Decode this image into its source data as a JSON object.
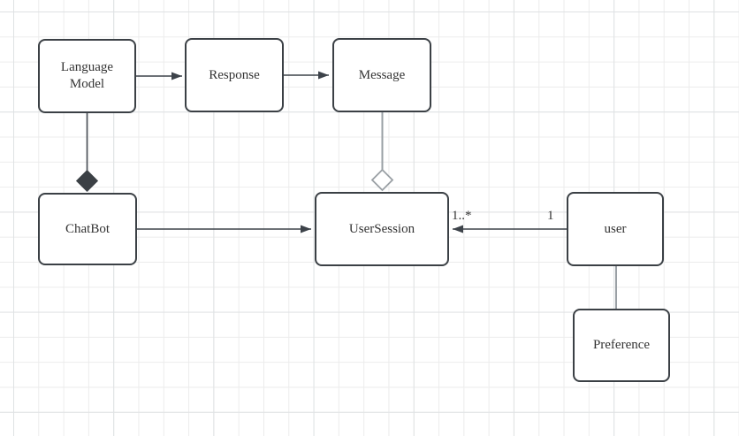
{
  "diagram": {
    "type": "uml-class-diagram",
    "nodes": {
      "language_model": {
        "label": "Language Model"
      },
      "response": {
        "label": "Response"
      },
      "message": {
        "label": "Message"
      },
      "chatbot": {
        "label": "ChatBot"
      },
      "user_session": {
        "label": "UserSession"
      },
      "user": {
        "label": "user"
      },
      "preference": {
        "label": "Preference"
      }
    },
    "edges": [
      {
        "from": "language_model",
        "to": "response",
        "type": "directed-arrow"
      },
      {
        "from": "response",
        "to": "message",
        "type": "directed-arrow"
      },
      {
        "from": "chatbot",
        "to": "user_session",
        "type": "directed-arrow"
      },
      {
        "from": "user",
        "to": "user_session",
        "type": "directed-arrow",
        "source_multiplicity": "1",
        "target_multiplicity": "1..*"
      },
      {
        "from": "language_model",
        "to": "chatbot",
        "type": "composition",
        "diamond": "filled"
      },
      {
        "from": "message",
        "to": "user_session",
        "type": "aggregation",
        "diamond": "hollow"
      },
      {
        "from": "user",
        "to": "preference",
        "type": "association"
      }
    ]
  },
  "colors": {
    "node_stroke": "#3b4045",
    "node_fill": "#ffffff",
    "text_color": "#333333",
    "connector": "#3d434a",
    "connector_muted": "#9aa0a5",
    "grid_minor": "#ececec",
    "grid_major": "#dfe2e4",
    "canvas_background": "#ffffff"
  }
}
